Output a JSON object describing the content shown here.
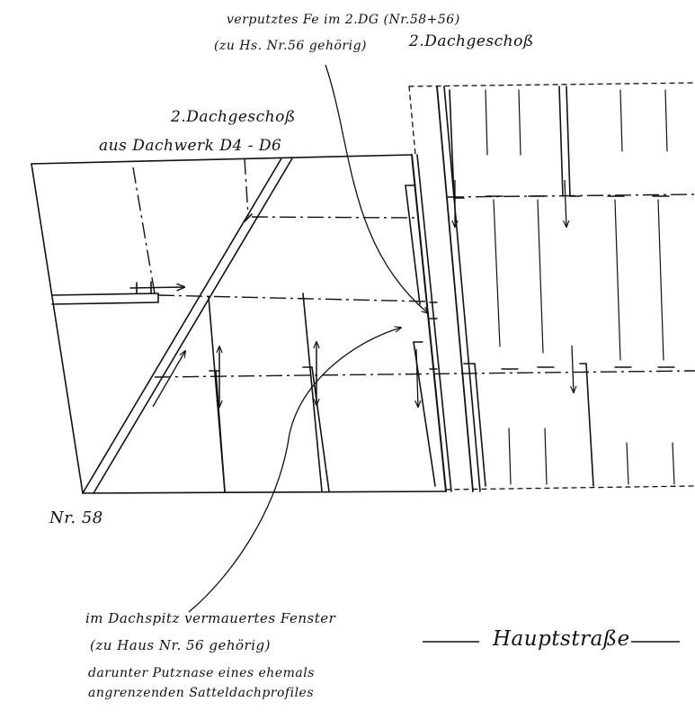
{
  "labels": {
    "top_note_line1": "verputztes Fe im 2.DG (Nr.58+56)",
    "top_note_line2": "(zu Hs. Nr.56 gehörig)",
    "top_right_floor": "2.Dachgeschoß",
    "mid_floor": "2.Dachgeschoß",
    "mid_source": "aus Dachwerk D4 - D6",
    "building_number": "Nr. 58",
    "bottom_note_line1": "im Dachspitz vermauertes Fenster",
    "bottom_note_line2": "(zu Haus Nr. 56 gehörig)",
    "bottom_note_line3": "darunter Putznase eines ehemals",
    "bottom_note_line4": "angrenzenden Satteldachprofiles",
    "street": "Hauptstraße"
  },
  "colors": {
    "ink": "#111111",
    "paper": "#ffffff"
  }
}
